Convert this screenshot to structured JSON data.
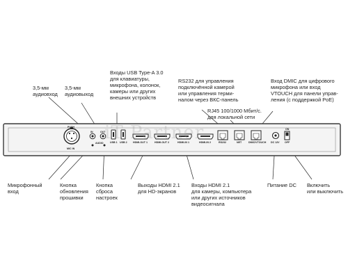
{
  "labels": {
    "audio_in": "3,5-мм\nаудиовход",
    "audio_out": "3,5-мм\nаудиовыход",
    "usb": "Входы USB Type-A 3.0\nдля клавиатуры,\nмикрофона, колонок,\nкамеры или других\nвнешних устройств",
    "rs232": "RS232 для управления\nподключённой камерой\nили управления терми-\nналом через ВКС-панель",
    "dmic": "Вход DMIC для цифрового\nмикрофона или вход\nVTOUCH для панели управ-\nления (с поддержкой PoE)",
    "rj45": "RJ45 100/1000 Мбит/с.\nдля локальной сети",
    "mic": "Микрофонный\nвход",
    "firmware": "Кнопка\nобновления\nпрошивки",
    "reset": "Кнопка\nсброса\nнастроек",
    "hdmi_out": "Выходы HDMI 2.1\nдля HD-экранов",
    "hdmi_in": "Входы HDMI 2.1\nдля камеры, компьютера\nили других источников\nвидеосигнала",
    "dc": "Питание DC",
    "power": "Включить\nили выключить"
  },
  "panel": {
    "push": "PUSH",
    "mic_in": "MIC IN",
    "in": "IN",
    "out": "OUT",
    "audio": "AUDIO",
    "usb1": "USB 1",
    "usb2": "USB 2",
    "hdmi_out1": "HDMI-OUT 1",
    "hdmi_out2": "HDMI-OUT 2",
    "hdmi_in1": "HDMI-IN 1",
    "hdmi_in2": "HDMI-IN 2",
    "rs232": "RS232",
    "net": "NET",
    "dmic": "DMIC/VTOUCH",
    "dc": "DC 12V",
    "on": "ON",
    "off": "OFF"
  },
  "watermark": "iT Partner"
}
